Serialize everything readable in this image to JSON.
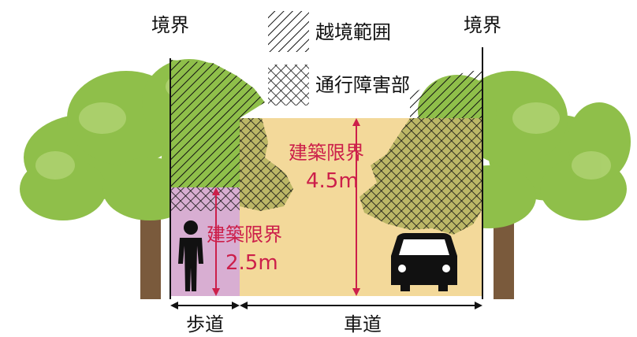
{
  "boundary_label_left": "境界",
  "boundary_label_right": "境界",
  "legend": {
    "encroach_label": "越境範囲",
    "obstruct_label": "通行障害部"
  },
  "sidewalk": {
    "clearance_label": "建築限界",
    "clearance_value": "2.5m",
    "label": "歩道"
  },
  "roadway": {
    "clearance_label": "建築限界",
    "clearance_value": "4.5m",
    "label": "車道"
  },
  "colors": {
    "sidewalk": "#d8aed2",
    "roadway": "#f3d99a",
    "accent": "#cc1f4a",
    "foliage": "#8fbf4a",
    "trunk": "#7a5a3c"
  }
}
